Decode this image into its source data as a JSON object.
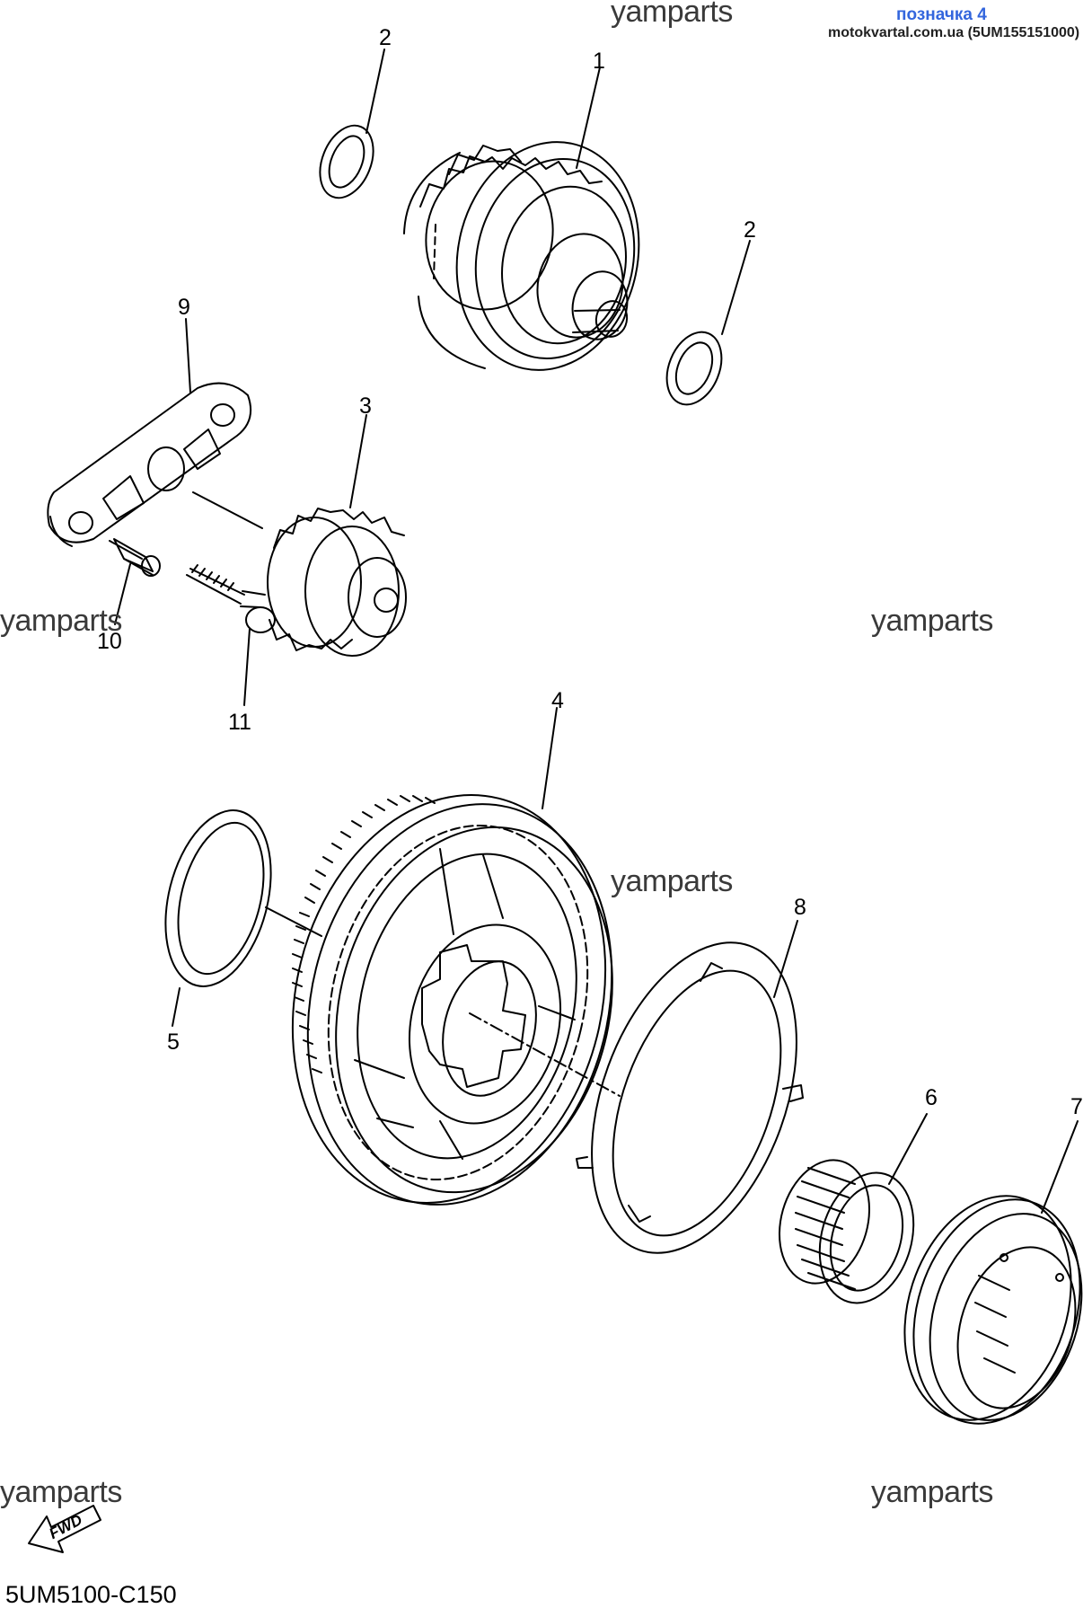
{
  "header": {
    "link_label": "позначка 4",
    "site_label": "motokvartal.com.ua (5UM155151000)"
  },
  "watermarks": [
    "yamparts",
    "yamparts",
    "yamparts",
    "yamparts",
    "yamparts",
    "yamparts"
  ],
  "callouts": {
    "c1": "1",
    "c2a": "2",
    "c2b": "2",
    "c3": "3",
    "c4": "4",
    "c5": "5",
    "c6": "6",
    "c7": "7",
    "c8": "8",
    "c9": "9",
    "c10": "10",
    "c11": "11"
  },
  "footer": {
    "fwd_label": "FWD",
    "diagram_code": "5UM5100-C150"
  },
  "colors": {
    "line": "#000000",
    "watermark": "#3a3a3a",
    "link": "#3366dd"
  }
}
